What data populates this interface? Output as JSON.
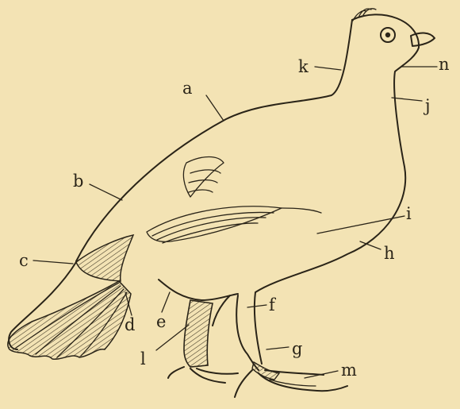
{
  "figure": {
    "background_color": "#f3e3b4",
    "ink_color": "#2a2418",
    "labels": [
      "a",
      "b",
      "c",
      "d",
      "e",
      "f",
      "g",
      "h",
      "i",
      "j",
      "k",
      "l",
      "m",
      "n"
    ]
  }
}
